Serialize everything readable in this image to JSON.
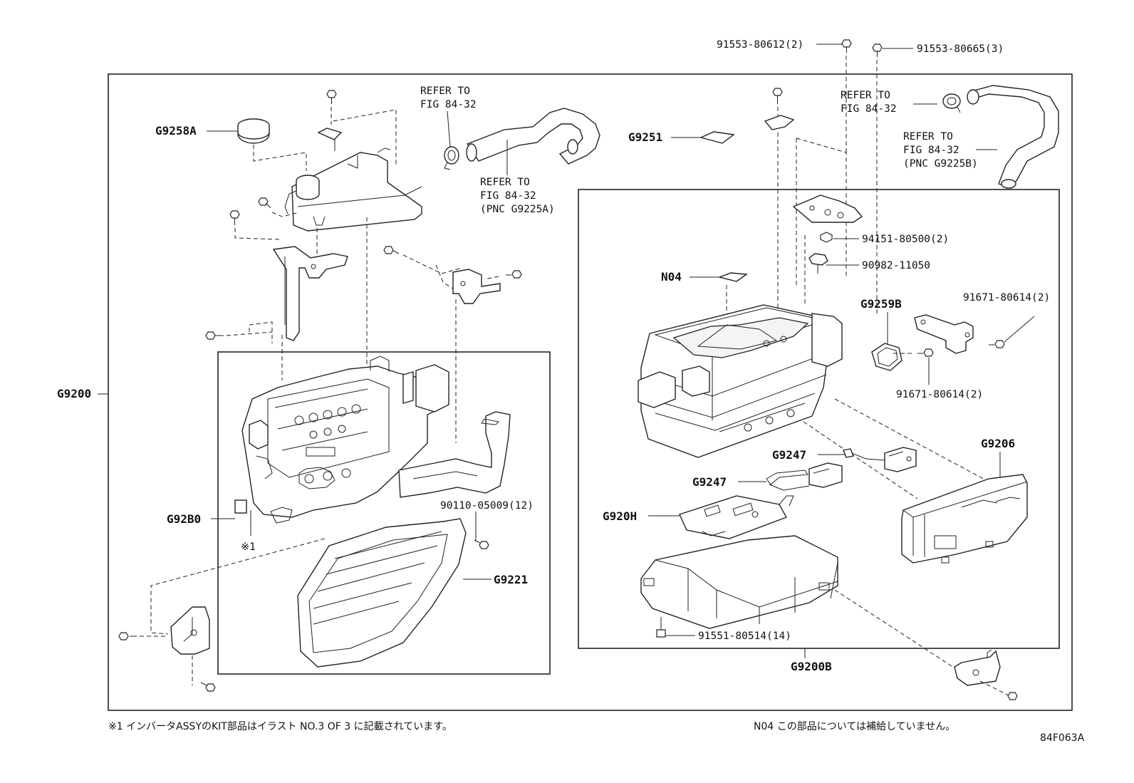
{
  "labels": {
    "bolt_80612": "91553-80612(2)",
    "bolt_80665": "91553-80665(3)",
    "refer_a_1": "REFER TO",
    "refer_a_2": "FIG 84-32",
    "refer_b_1": "REFER TO",
    "refer_b_2": "FIG 84-32",
    "refer_b_3": "(PNC G9225A)",
    "refer_c_1": "REFER TO",
    "refer_c_2": "FIG 84-32",
    "refer_d_1": "REFER TO",
    "refer_d_2": "FIG 84-32",
    "refer_d_3": "(PNC G9225B)",
    "g9258a": "G9258A",
    "g9251": "G9251",
    "n04": "N04",
    "nut_94151": "94151-80500(2)",
    "clamp_90982": "90982-11050",
    "g9259b": "G9259B",
    "bolt_91671_a": "91671-80614(2)",
    "bolt_91671_b": "91671-80614(2)",
    "g9200": "G9200",
    "g92b0": "G92B0",
    "mark_1": "※1",
    "screw_90110": "90110-05009(12)",
    "g9221": "G9221",
    "g9247_a": "G9247",
    "g9247_b": "G9247",
    "g9206": "G9206",
    "g920h": "G920H",
    "bolt_91551": "91551-80514(14)",
    "g9200b": "G9200B"
  },
  "notes": {
    "note_1": "※1 インバータASSYのKIT部品はイラスト NO.3 OF 3 に記載されています。",
    "note_n04": "N04  この部品については補給していません。",
    "figure_id": "84F063A"
  }
}
